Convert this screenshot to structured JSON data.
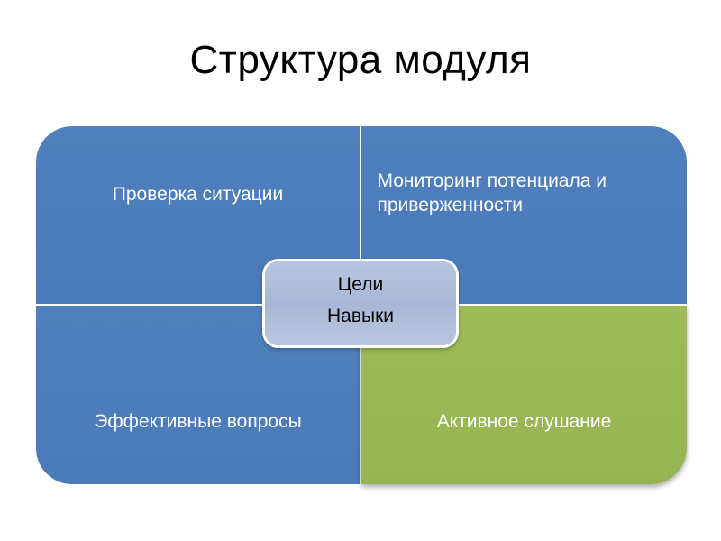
{
  "slide": {
    "title": "Структура модуля"
  },
  "diagram": {
    "quadrants": [
      {
        "label": "Проверка ситуации",
        "color": "#4f80bd"
      },
      {
        "label": "Мониторинг потенциала и приверженности",
        "color": "#4f80bd"
      },
      {
        "label": "Эффективные вопросы",
        "color": "#4f80bd"
      },
      {
        "label": "Активное слушание",
        "color": "#9dbb59"
      }
    ],
    "center": {
      "top_label": "Цели",
      "bottom_label": "Навыки",
      "color": "#a7b8d5"
    }
  }
}
